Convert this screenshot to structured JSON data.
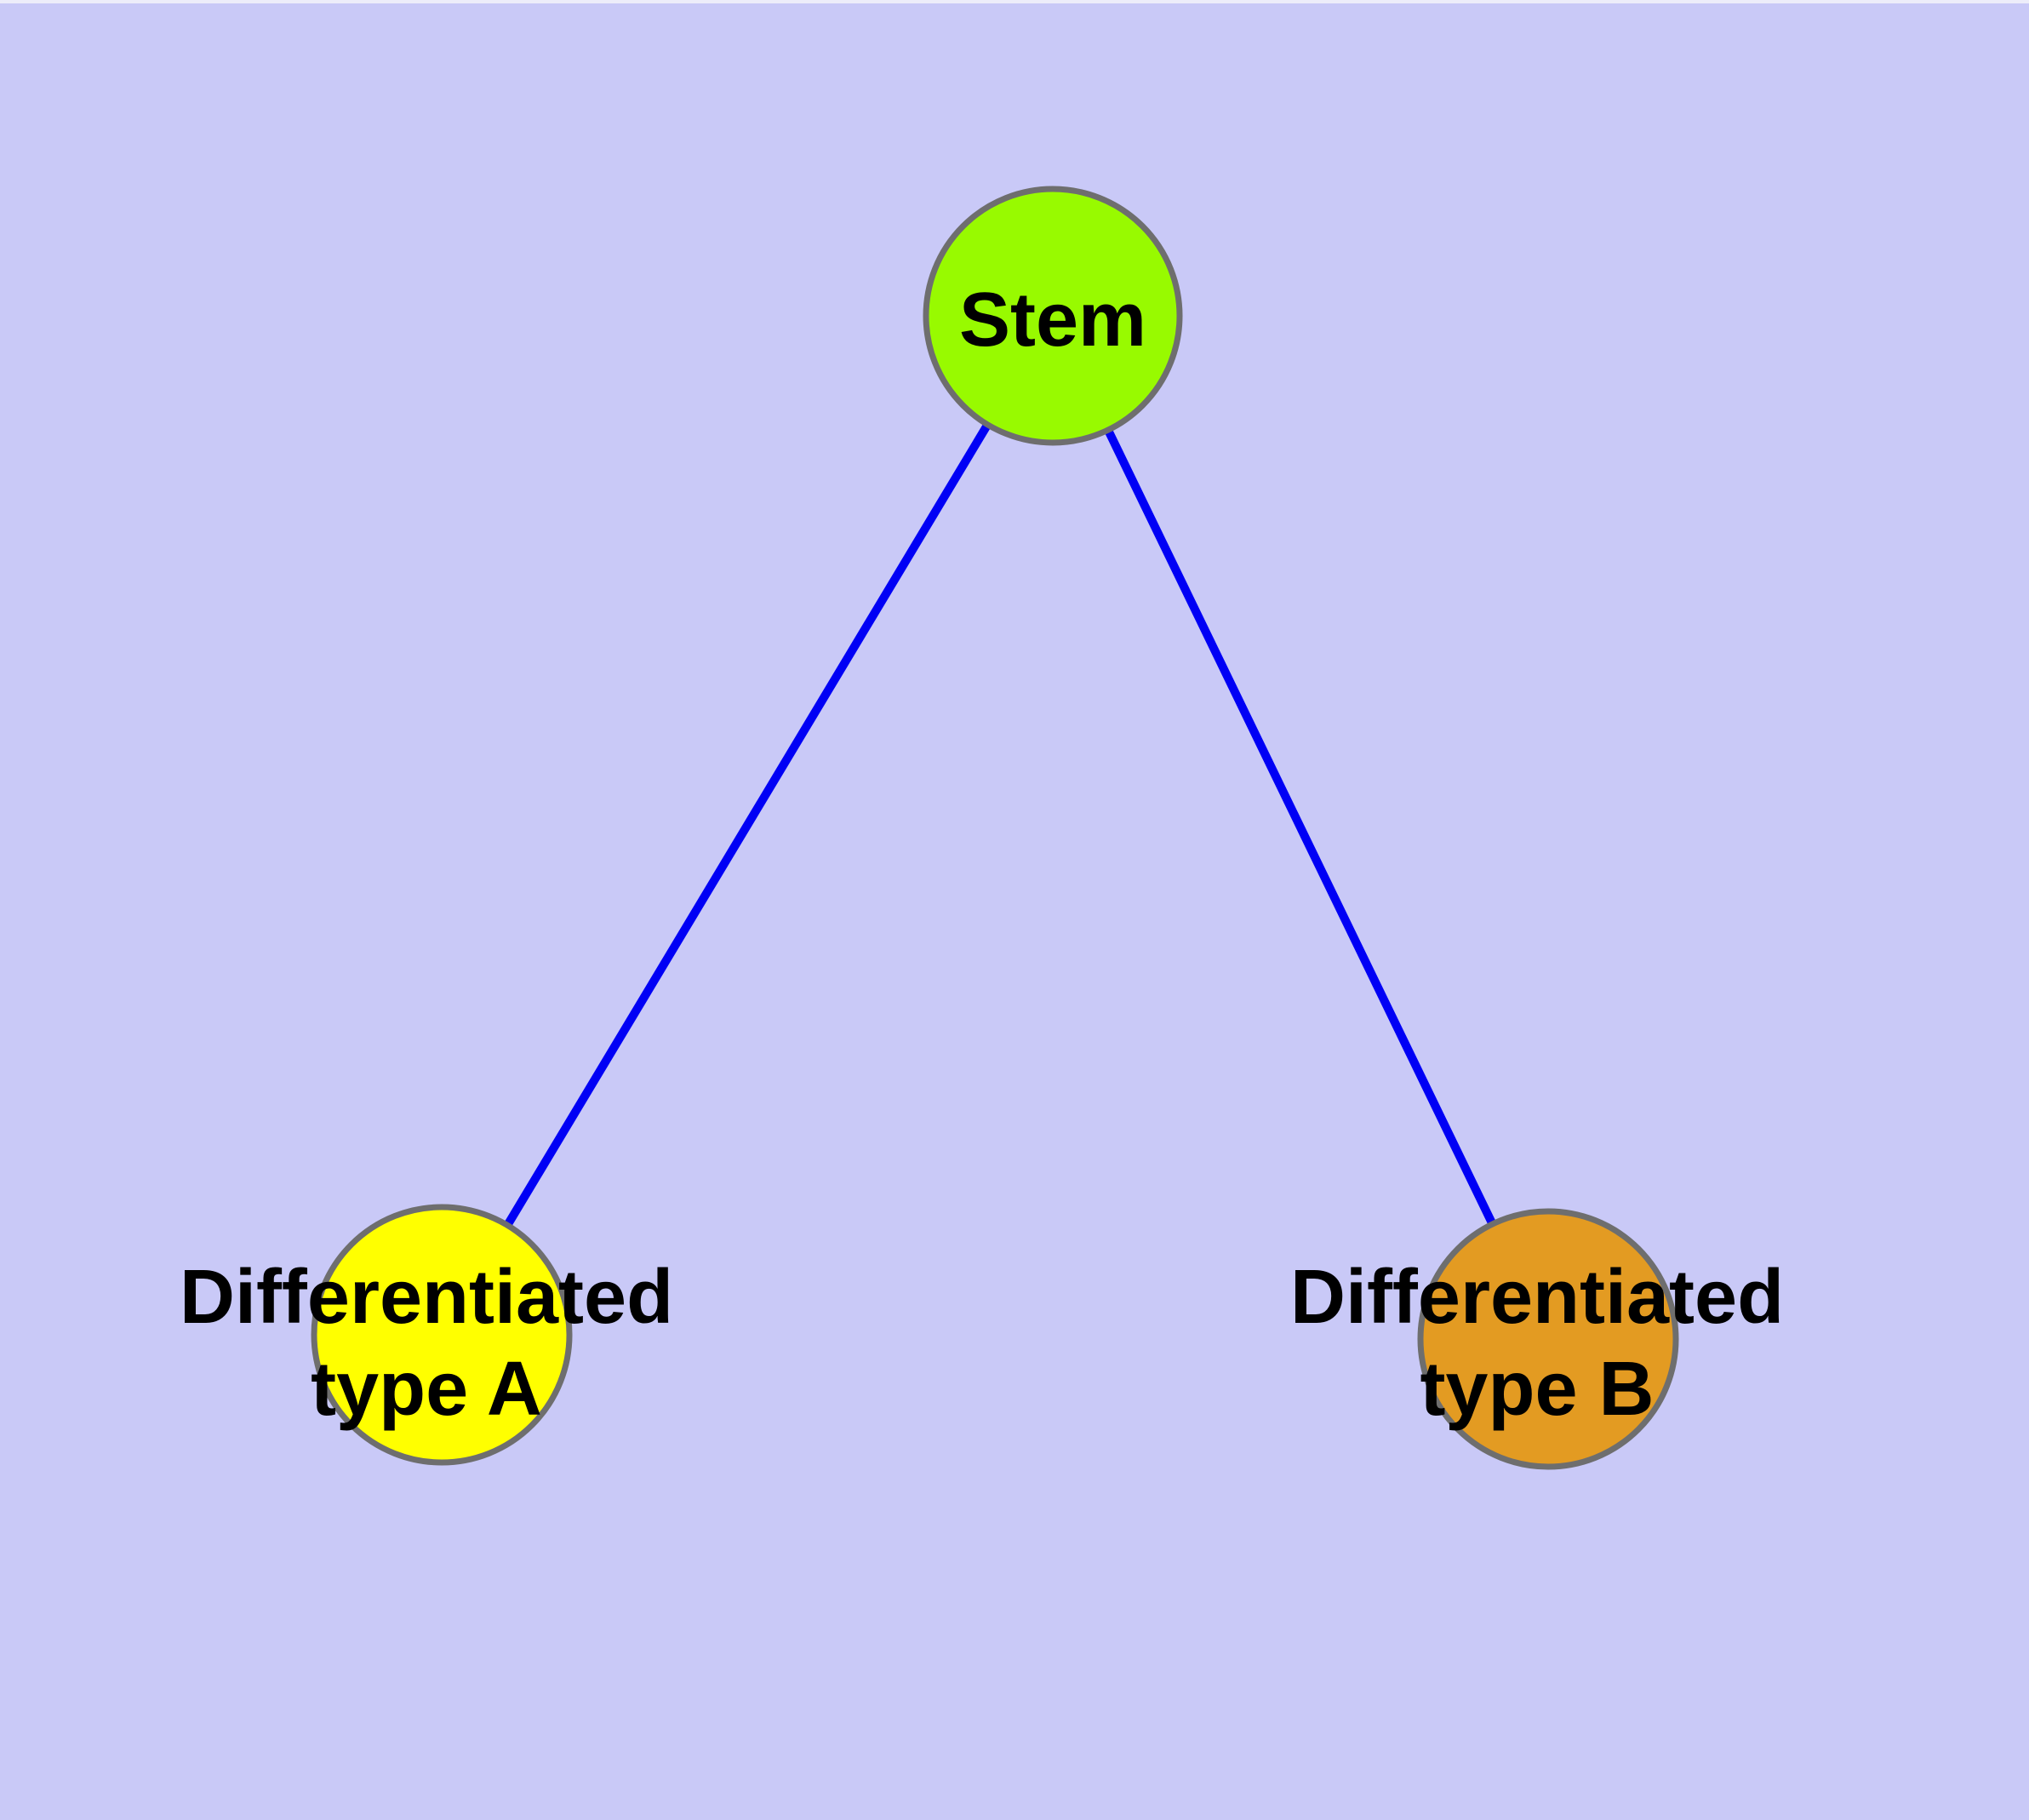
{
  "diagram": {
    "description": "Cell differentiation graph: Stem node connected to two differentiated cell type nodes",
    "colors": {
      "background": "#C9C9F7",
      "top_edge_highlight": "#EDEDFA",
      "edge_line": "#0000F5",
      "node_border": "#6E6E6E",
      "label_text": "#000000"
    },
    "nodes": [
      {
        "id": "stem",
        "label": "Stem",
        "fill": "#98FA00"
      },
      {
        "id": "differentiated-type-a",
        "label_line1": "Differentiated",
        "label_line2": "type A",
        "fill": "#FFFF00"
      },
      {
        "id": "differentiated-type-b",
        "label_line1": "Differentiated",
        "label_line2": "type B",
        "fill": "#E39B22"
      }
    ],
    "edges": [
      {
        "from": "stem",
        "to": "differentiated-type-a"
      },
      {
        "from": "stem",
        "to": "differentiated-type-b"
      }
    ]
  }
}
